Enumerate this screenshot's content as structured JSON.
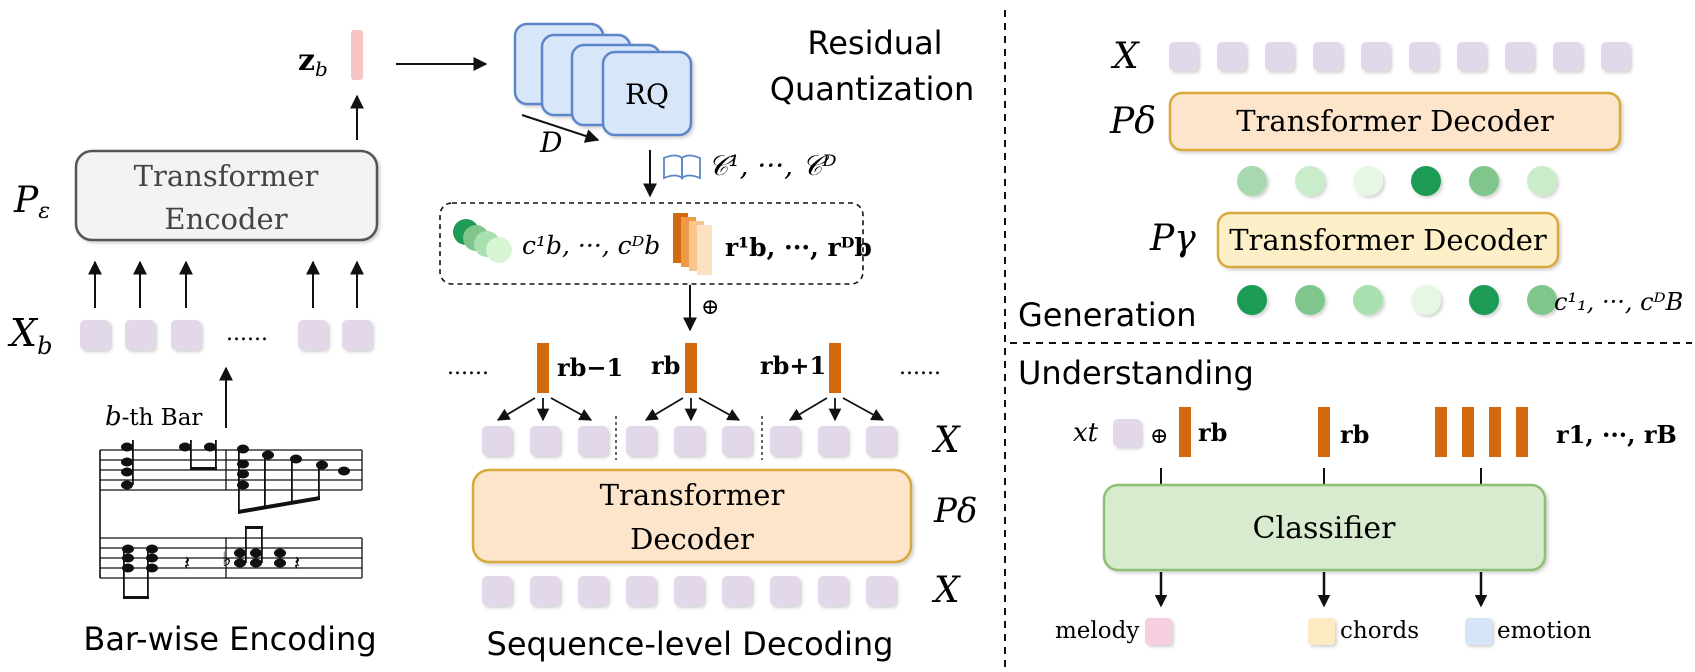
{
  "left": {
    "z": "z",
    "z_sub": "b",
    "encoder_line1": "Transformer",
    "encoder_line2": "Encoder",
    "p_eps": "P",
    "p_eps_sub": "ε",
    "xb": "X",
    "xb_sub": "b",
    "ellipsis": "......",
    "bar_label_b": "b",
    "bar_label_rest": "-th Bar",
    "caption": "Bar-wise Encoding"
  },
  "middle": {
    "rq_label": "RQ",
    "depth_label": "D",
    "rq_title_line1": "Residual",
    "rq_title_line2": "Quantization",
    "codebook_label": "𝒞¹, ···, 𝒞ᴰ",
    "codes_label": "c¹b, ···, cᴰb",
    "residuals_label": "r¹b, ···, rᴰb",
    "oplus": "⊕",
    "r_prev": "rb−1",
    "r_cur": "rb",
    "r_next": "rb+1",
    "ellipsis_left": "......",
    "ellipsis_right": "......",
    "x_top": "X",
    "decoder_line1": "Transformer",
    "decoder_line2": "Decoder",
    "p_delta": "Pδ",
    "x_bottom": "X",
    "caption": "Sequence-level Decoding"
  },
  "generation": {
    "x_label": "X",
    "p_delta": "Pδ",
    "decoder1": "Transformer Decoder",
    "p_gamma": "Pγ",
    "decoder2": "Transformer Decoder",
    "codes_label": "c¹₁, ···, cᴰB",
    "title": "Generation",
    "token_colors_top": [
      "#a8d8ae",
      "#c9eccb",
      "#e6f8e4",
      "#1e9b55",
      "#7fc58c",
      "#c9eccb"
    ],
    "token_colors_bottom": [
      "#1e9b55",
      "#7fc58c",
      "#a8e0b0",
      "#e6f8e4",
      "#1e9b55",
      "#7fc58c"
    ]
  },
  "understanding": {
    "title": "Understanding",
    "xt": "xt",
    "oplus": "⊕",
    "rb_a": "rb",
    "rb_b": "rb",
    "r_all": "r1, ···, rB",
    "classifier": "Classifier",
    "out_melody": "melody",
    "out_chords": "chords",
    "out_emotion": "emotion",
    "melody_color": "#f8cfe0",
    "chords_color": "#fbeac2",
    "emotion_color": "#d6e4f7"
  },
  "colors": {
    "token": "#e3d8ea",
    "residual": "#d2690e",
    "encoder_fill": "#f3f3f3",
    "decoder_fill": "#fde5cc",
    "decoder_stroke": "#d9a93c",
    "decoder2_fill": "#fdf0c8",
    "classifier_fill": "#d8ebcf",
    "classifier_stroke": "#8fbf72",
    "rq_fill": "#d7e6f8",
    "rq_stroke": "#5b86c9"
  }
}
